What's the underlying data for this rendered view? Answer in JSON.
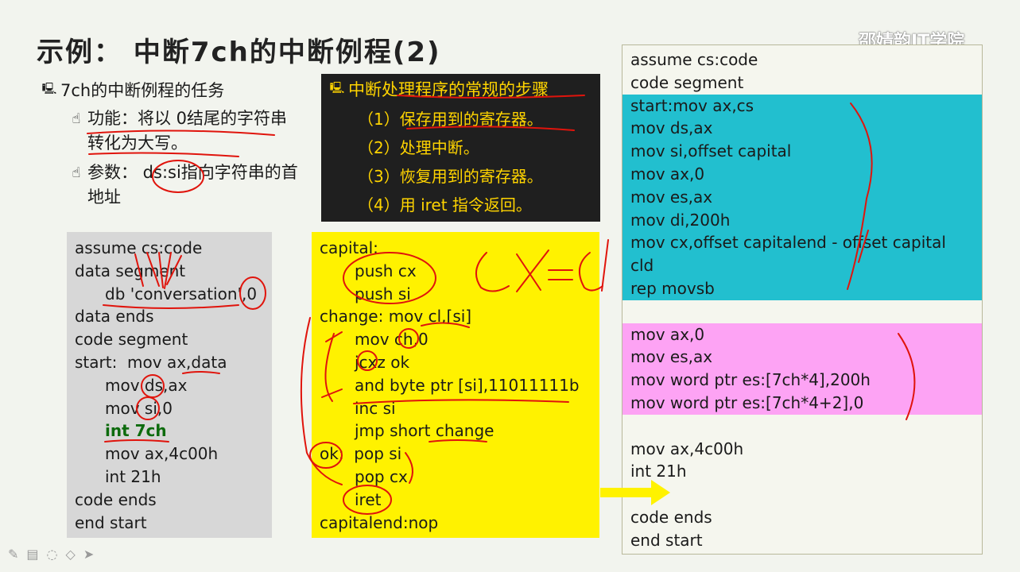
{
  "title": "示例： 中断7ch的中断例程(2)",
  "watermark": "邵婧韵IT学院",
  "bullets": {
    "main": "7ch的中断例程的任务",
    "function": "功能：将以 0结尾的字符串转化为大写。",
    "params": "参数： ds:si指向字符串的首地址"
  },
  "steps": {
    "title": "中断处理程序的常规的步骤",
    "items": [
      "（1）保存用到的寄存器。",
      "（2）处理中断。",
      "（3）恢复用到的寄存器。",
      "（4）用 iret 指令返回。"
    ]
  },
  "code_left": [
    "assume cs:code",
    "data segment",
    "db 'conversation',0",
    "data ends",
    "code segment",
    "start:  mov ax,data",
    "mov ds,ax",
    "mov si,0",
    "int 7ch",
    "mov ax,4c00h",
    "int 21h",
    "code ends",
    "end start"
  ],
  "code_mid": [
    "capital:",
    "push cx",
    "push si",
    "change: mov cl,[si]",
    "mov ch,0",
    "jcxz ok",
    "and byte ptr [si],11011111b",
    "inc si",
    "jmp short change",
    "ok:  pop si",
    "pop cx",
    "iret",
    "capitalend:nop"
  ],
  "code_right": [
    "assume cs:code",
    "code segment",
    "start:mov ax,cs",
    "mov ds,ax",
    "mov si,offset capital",
    "mov ax,0",
    "mov es,ax",
    "mov di,200h",
    "mov cx,offset capitalend - offset capital",
    "cld",
    "rep movsb",
    "mov ax,0",
    "mov es,ax",
    "mov word ptr es:[7ch*4],200h",
    "mov word ptr es:[7ch*4+2],0",
    "mov ax,4c00h",
    "int 21h",
    "code ends",
    "end start"
  ],
  "handwriting": "CX=CL",
  "colors": {
    "teal": "#22bfcf",
    "pink": "#fda3f4",
    "yellow": "#fff200",
    "arrow": "#fff200",
    "ink": "#e0140c"
  },
  "icons": [
    "monitor-bullet-icon",
    "hand-bullet-icon",
    "pen-tool-icon",
    "highlighter-icon",
    "eraser-icon",
    "pointer-icon"
  ]
}
